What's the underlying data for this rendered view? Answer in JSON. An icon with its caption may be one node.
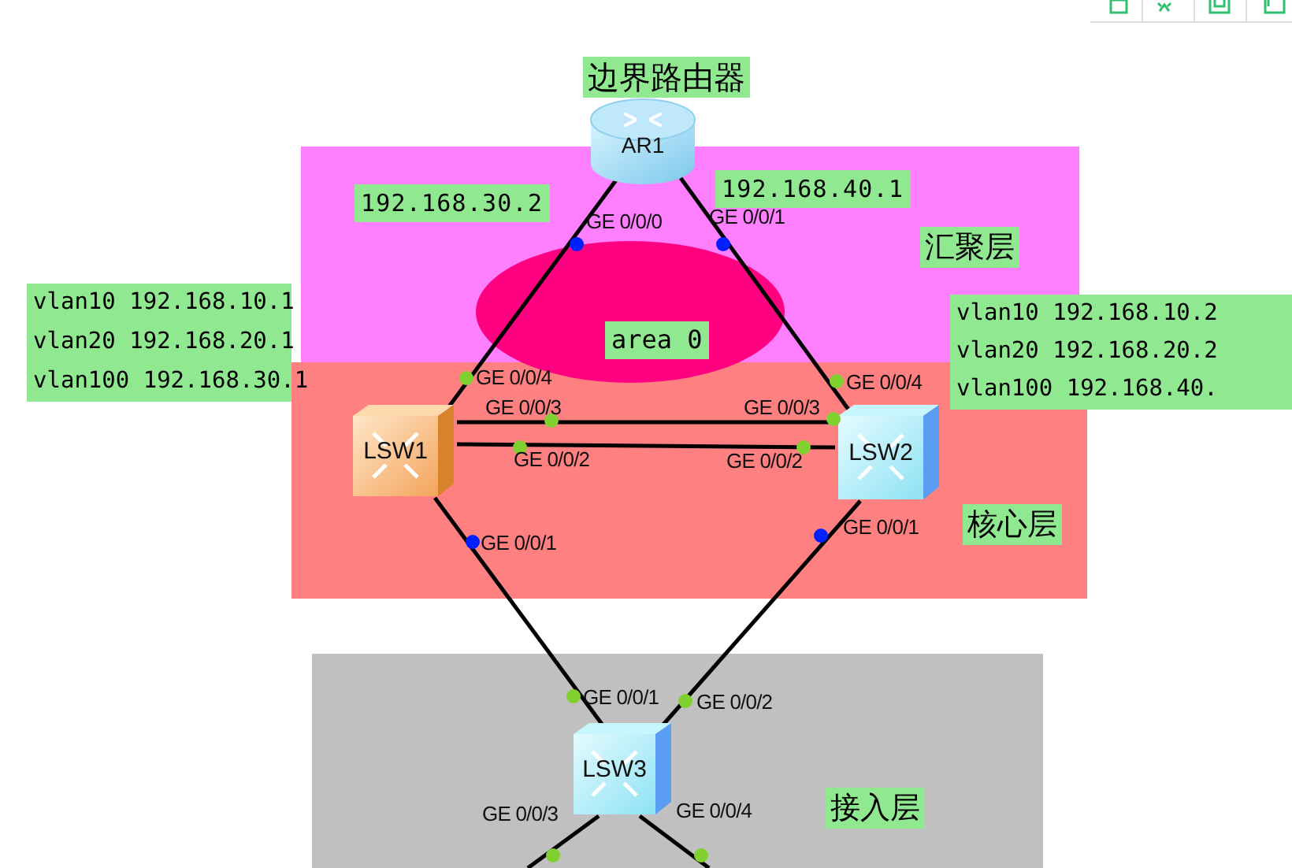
{
  "diagram": {
    "nodes": [
      {
        "text": [
          "AR1"
        ],
        "beside": [
          "边界路由器"
        ]
      },
      {
        "text": [
          "LSW1"
        ]
      },
      {
        "text": [
          "LSW2"
        ]
      },
      {
        "text": [
          "LSW3"
        ]
      }
    ],
    "edges": [
      {
        "from": 0,
        "to": 1,
        "arrow": "none"
      },
      {
        "from": 0,
        "to": 2,
        "arrow": "none"
      },
      {
        "from": 1,
        "to": 2,
        "arrow": "none"
      },
      {
        "from": 1,
        "to": 2,
        "arrow": "none"
      },
      {
        "from": 1,
        "to": 3,
        "arrow": "none"
      },
      {
        "from": 2,
        "to": 3,
        "arrow": "none"
      },
      {
        "from": 3,
        "to": null,
        "arrow": "none"
      },
      {
        "from": 3,
        "to": null,
        "arrow": "none"
      }
    ],
    "labels": [
      "192.168.30.2",
      "192.168.40.1",
      "GE 0/0/0",
      "GE 0/0/1",
      "vlan10 192.168.10.1",
      "vlan20 192.168.20.1",
      "vlan100 192.168.30.1",
      "vlan10 192.168.10.2",
      "vlan20 192.168.20.2",
      "vlan100 192.168.40.",
      "GE 0/0/4",
      "GE 0/0/4",
      "GE 0/0/3",
      "GE 0/0/3",
      "GE 0/0/2",
      "GE 0/0/2",
      "GE 0/0/1",
      "GE 0/0/1",
      "GE 0/0/1",
      "GE 0/0/2",
      "GE 0/0/3",
      "GE 0/0/4",
      "汇聚层",
      "area 0",
      "核心层",
      "接入层"
    ]
  }
}
